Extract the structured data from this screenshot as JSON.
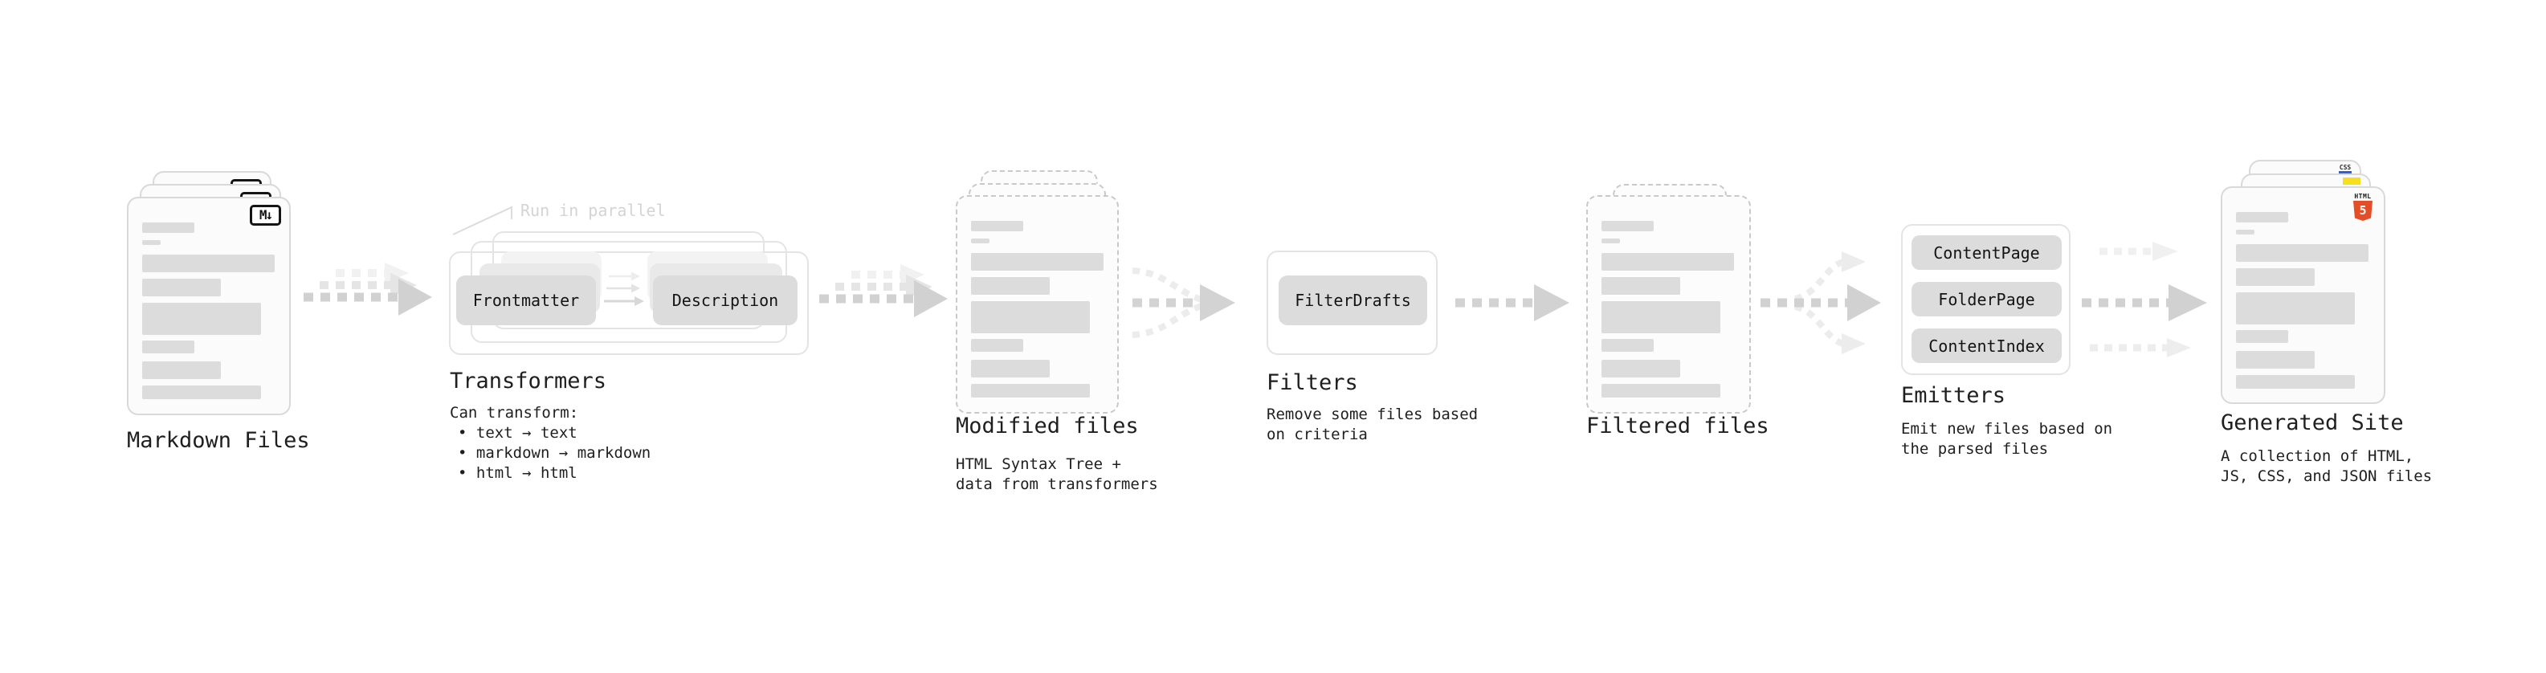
{
  "diagram": {
    "markdown_files": {
      "title": "Markdown Files",
      "badge_label": "M↓"
    },
    "transformers": {
      "title": "Transformers",
      "parallel_label": "Run in parallel",
      "box_left": "Frontmatter",
      "box_right": "Description",
      "note_heading": "Can transform:",
      "bullets": [
        "text → text",
        "markdown → markdown",
        "html → html"
      ]
    },
    "modified_files": {
      "title": "Modified files",
      "note_lines": [
        "HTML Syntax Tree +",
        "data from transformers"
      ]
    },
    "filters": {
      "title": "Filters",
      "box": "FilterDrafts",
      "note_lines": [
        "Remove some files based",
        "on criteria"
      ]
    },
    "filtered_files": {
      "title": "Filtered files"
    },
    "emitters": {
      "title": "Emitters",
      "boxes": [
        "ContentPage",
        "FolderPage",
        "ContentIndex"
      ],
      "note_lines": [
        "Emit new files based on",
        "the parsed files"
      ]
    },
    "generated_site": {
      "title": "Generated Site",
      "note_lines": [
        "A collection of HTML,",
        "JS, CSS, and JSON files"
      ],
      "css_badge_label": "CSS",
      "html_badge_label": "HTML",
      "html5_numeral": "5"
    }
  },
  "colors": {
    "html5_orange": "#e44d26",
    "js_yellow": "#f7df1e",
    "css_blue": "#2c5fe0",
    "box_gray": "#dcdcdc",
    "arrow_gray": "#d1d1d1"
  },
  "doc_bars": [
    {
      "w": 65,
      "h": 13,
      "mt": 0
    },
    {
      "w": 23,
      "h": 6,
      "mt": 9
    },
    {
      "w": 165,
      "h": 22,
      "mt": 12
    },
    {
      "w": 98,
      "h": 22,
      "mt": 8
    },
    {
      "w": 148,
      "h": 40,
      "mt": 8
    },
    {
      "w": 65,
      "h": 16,
      "mt": 7
    },
    {
      "w": 98,
      "h": 22,
      "mt": 10
    },
    {
      "w": 148,
      "h": 17,
      "mt": 8
    }
  ]
}
